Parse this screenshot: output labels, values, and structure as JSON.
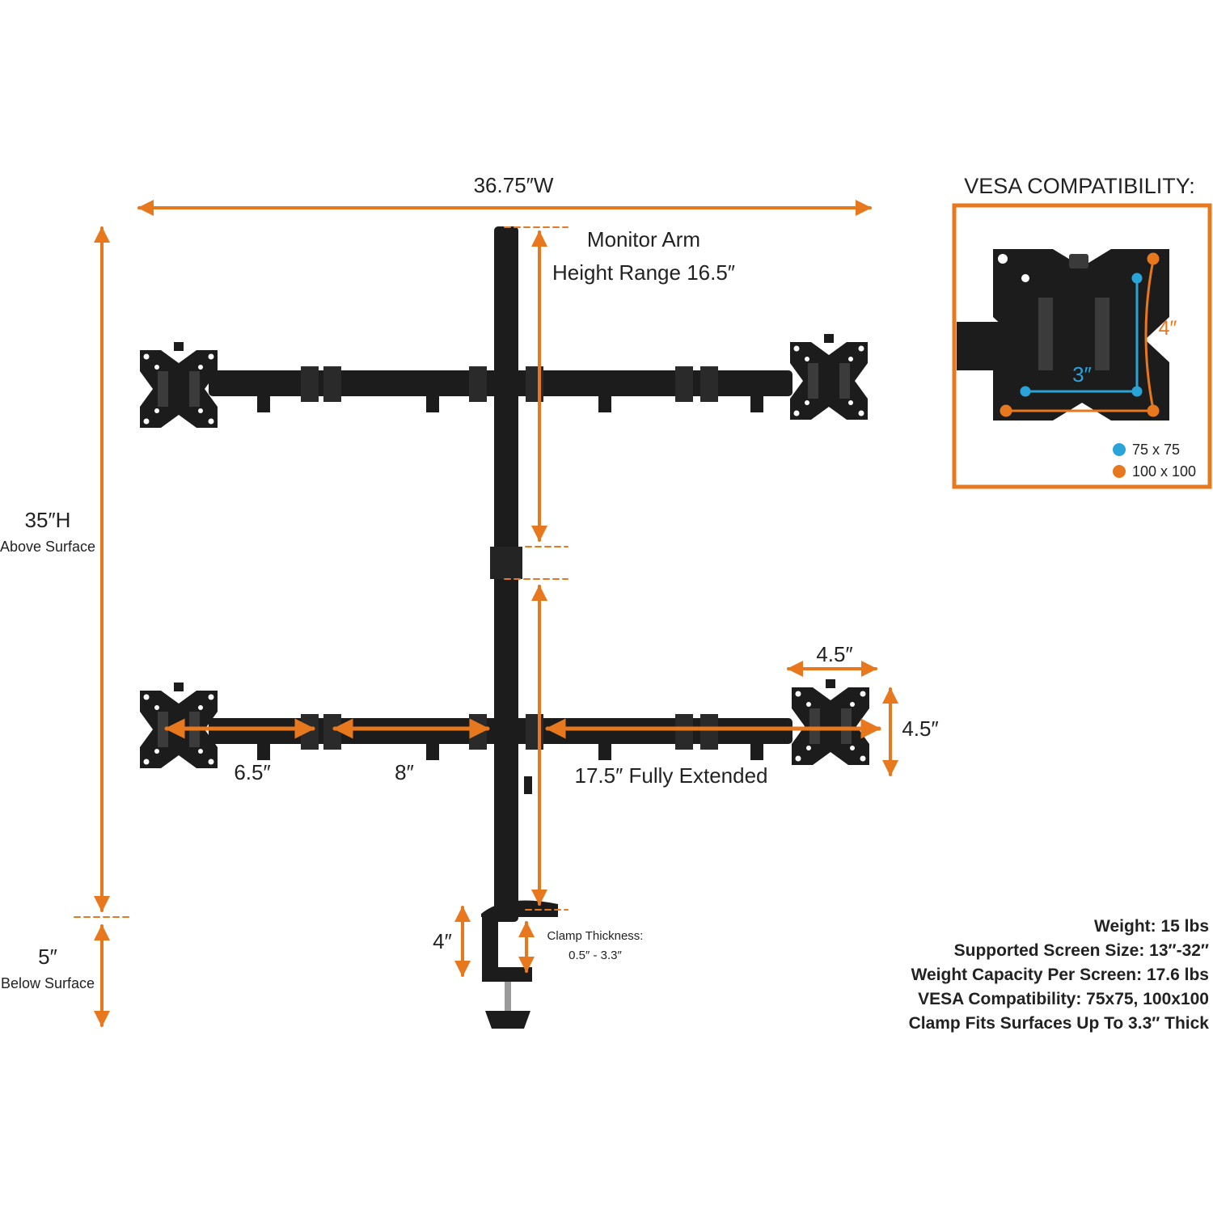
{
  "colors": {
    "accent": "#e8781e",
    "vesa_small": "#2aa3d8",
    "metal": "#1c1c1c",
    "background": "#ffffff"
  },
  "dimensions": {
    "overall_width": "36.75″W",
    "height_main": "35″H",
    "height_main_sub": "Above Surface",
    "below_value": "5″",
    "below_sub": "Below Surface",
    "arm_height_line1": "Monitor Arm",
    "arm_height_line2": "Height Range 16.5″",
    "plate_width": "4.5″",
    "plate_height": "4.5″",
    "seg1": "6.5″",
    "seg2": "8″",
    "extended": "17.5″ Fully Extended",
    "clamp_height": "4″",
    "clamp_thickness_line1": "Clamp Thickness:",
    "clamp_thickness_line2": "0.5″ - 3.3″"
  },
  "vesa": {
    "title": "VESA COMPATIBILITY:",
    "width_label": "3″",
    "height_label": "4″",
    "legend": [
      {
        "label": "75 x 75",
        "color": "#2aa3d8"
      },
      {
        "label": "100 x 100",
        "color": "#e8781e"
      }
    ]
  },
  "specs": [
    "Weight: 15 lbs",
    "Supported Screen Size: 13″-32″",
    "Weight Capacity Per Screen: 17.6 lbs",
    "VESA Compatibility: 75x75, 100x100",
    "Clamp Fits Surfaces Up To 3.3″ Thick"
  ]
}
